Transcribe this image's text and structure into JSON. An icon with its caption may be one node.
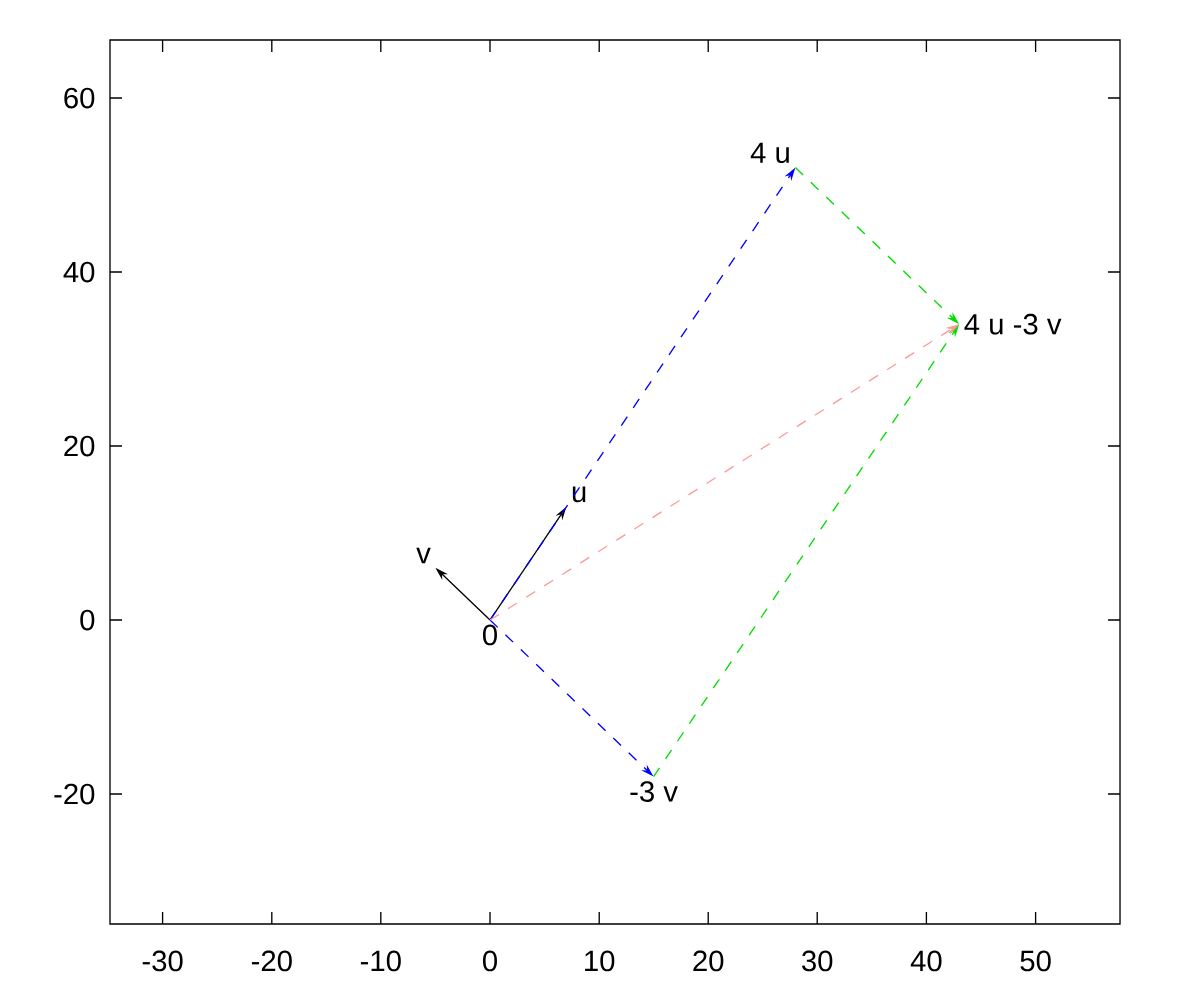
{
  "diagram": {
    "nodes": [
      {
        "text": [
          "0"
        ]
      },
      {
        "text": [
          "u"
        ]
      },
      {
        "text": [
          "v"
        ]
      },
      {
        "text": [
          "4 u"
        ]
      },
      {
        "text": [
          "-3 v"
        ]
      },
      {
        "text": [
          "4 u -3 v"
        ]
      }
    ],
    "edges": [
      {
        "from": 0,
        "to": 1,
        "arrow": "to"
      },
      {
        "from": 0,
        "to": 2,
        "arrow": "to"
      },
      {
        "from": 0,
        "to": 3,
        "arrow": "to",
        "style": "dashed",
        "color": "#0000ff"
      },
      {
        "from": 0,
        "to": 4,
        "arrow": "to",
        "style": "dashed",
        "color": "#0000ff"
      },
      {
        "from": 3,
        "to": 5,
        "arrow": "to",
        "style": "dashed",
        "color": "#00dd00"
      },
      {
        "from": 4,
        "to": 5,
        "arrow": "to",
        "style": "dashed",
        "color": "#00dd00"
      },
      {
        "from": 0,
        "to": 5,
        "arrow": "to",
        "style": "dashed",
        "color": "#ff9999"
      }
    ],
    "labels": [
      "60",
      "40",
      "20",
      "0",
      "-20",
      "-30",
      "-20",
      "-10",
      "0",
      "10",
      "20",
      "30",
      "40",
      "50"
    ]
  }
}
